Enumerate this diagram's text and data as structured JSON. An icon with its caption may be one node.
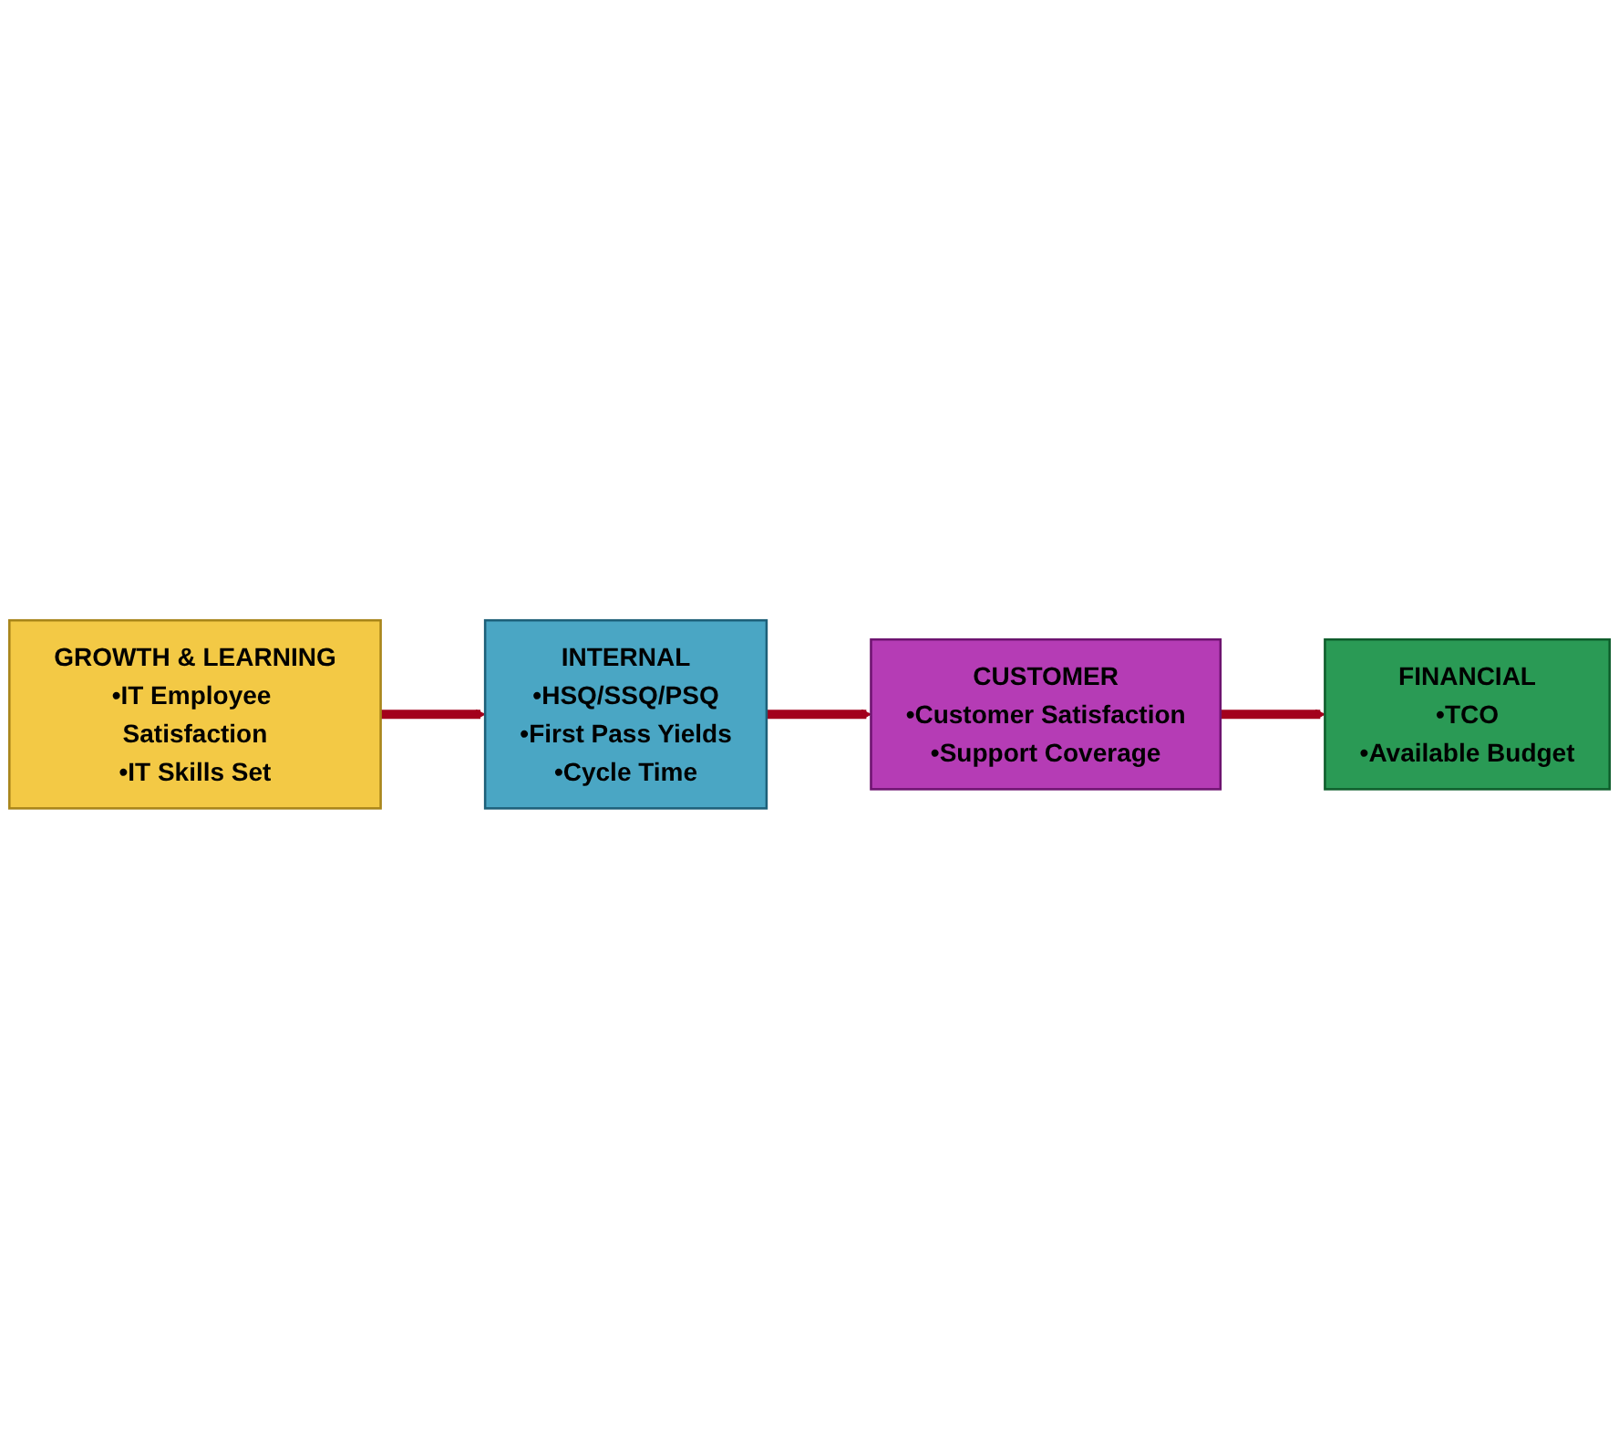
{
  "diagram": {
    "nodes": [
      {
        "text": [
          "FINANCIAL",
          "•TCO",
          "•Available Budget"
        ]
      },
      {
        "text": [
          "CUSTOMER",
          "•Customer Satisfaction",
          "•Support Coverage"
        ]
      },
      {
        "text": [
          "GROWTH & LEARNING",
          "•IT Employee Satisfaction",
          "•IT Skills Set"
        ]
      },
      {
        "text": [
          "INTERNAL",
          "•HSQ/SSQ/PSQ",
          "•First Pass Yields",
          "•Cycle Time"
        ]
      }
    ],
    "edges": [
      {
        "from": 1,
        "to": 0,
        "arrow": "to"
      },
      {
        "from": 3,
        "to": 1,
        "arrow": "to"
      },
      {
        "from": 2,
        "to": 3,
        "arrow": "to"
      }
    ]
  }
}
